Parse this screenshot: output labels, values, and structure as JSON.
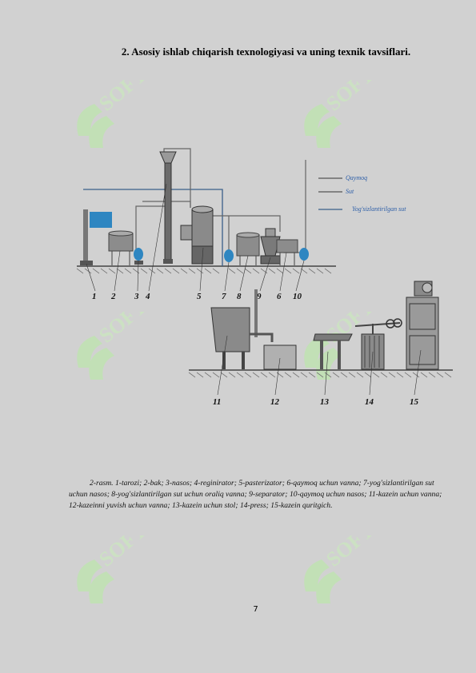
{
  "document": {
    "heading": "2. Asosiy ishlab chiqarish texnologiyasi  va uning texnik tavsiflari.",
    "caption": "2-rasm. 1-tarozi; 2-bak; 3-nasos; 4-reginirator; 5-pasterizator; 6-qaymoq uchun vanna; 7-yog'sizlantirilgan sut uchun nasos; 8-yog'sizlantirilgan sut uchun oraliq vanna; 9-separator; 10-qaymoq uchun nasos; 11-kazein uchun vanna; 12-kazeinni yuvish uchun vanna; 13-kazein uchun stol; 14-press; 15-kazein quritgich.",
    "page_number": "7"
  },
  "figure": {
    "legend": [
      "Qaymoq",
      "Sut",
      "Yog'sizlantirilgan sut"
    ],
    "labels_top": [
      "1",
      "2",
      "3",
      "4",
      "5",
      "7",
      "8",
      "9",
      "6",
      "10"
    ],
    "labels_bottom": [
      "11",
      "12",
      "13",
      "14",
      "15"
    ]
  },
  "watermark": {
    "text": "SOFT",
    "color": "#b6eea0"
  }
}
